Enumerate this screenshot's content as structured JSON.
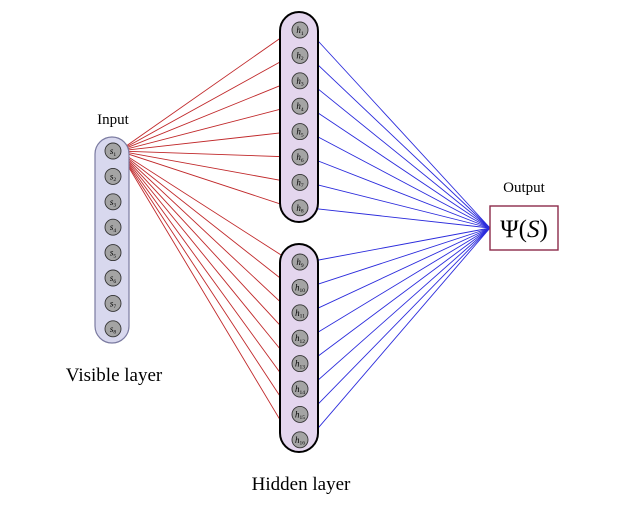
{
  "labels": {
    "input": "Input",
    "visible_layer": "Visible layer",
    "hidden_layer": "Hidden layer",
    "output": "Output"
  },
  "output_box": {
    "psi": "Ψ",
    "open": "(",
    "var": "S",
    "close": ")"
  },
  "visible_nodes": [
    {
      "base": "s",
      "sub": "1"
    },
    {
      "base": "s",
      "sub": "2"
    },
    {
      "base": "s",
      "sub": "3"
    },
    {
      "base": "s",
      "sub": "4"
    },
    {
      "base": "s",
      "sub": "5"
    },
    {
      "base": "s",
      "sub": "6"
    },
    {
      "base": "s",
      "sub": "7"
    },
    {
      "base": "s",
      "sub": "8"
    }
  ],
  "hidden_nodes_upper": [
    {
      "base": "h",
      "sub": "1"
    },
    {
      "base": "h",
      "sub": "2"
    },
    {
      "base": "h",
      "sub": "3"
    },
    {
      "base": "h",
      "sub": "4"
    },
    {
      "base": "h",
      "sub": "5"
    },
    {
      "base": "h",
      "sub": "6"
    },
    {
      "base": "h",
      "sub": "7"
    },
    {
      "base": "h",
      "sub": "8"
    }
  ],
  "hidden_nodes_lower": [
    {
      "base": "h",
      "sub": "9"
    },
    {
      "base": "h",
      "sub": "10"
    },
    {
      "base": "h",
      "sub": "11"
    },
    {
      "base": "h",
      "sub": "12"
    },
    {
      "base": "h",
      "sub": "13"
    },
    {
      "base": "h",
      "sub": "14"
    },
    {
      "base": "h",
      "sub": "15"
    },
    {
      "base": "h",
      "sub": "16"
    }
  ],
  "colors": {
    "input_edges": "#c0282a",
    "output_edges": "#2b2bdc",
    "visible_fill": "#d8d8ee",
    "hidden_fill": "#e4d6ee",
    "node_fill": "#a4a4a4",
    "output_border": "#8b2a4a"
  }
}
